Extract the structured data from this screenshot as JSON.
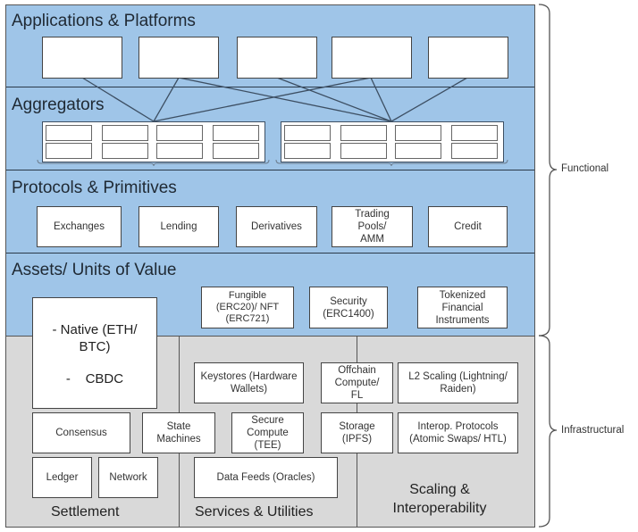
{
  "diagram": {
    "layers": {
      "applications": {
        "title": "Applications & Platforms",
        "boxes": [
          "",
          "",
          "",
          "",
          ""
        ]
      },
      "aggregators": {
        "title": "Aggregators",
        "groups": 2,
        "rows_per_group": 2,
        "cells_per_row": 4
      },
      "protocols": {
        "title": "Protocols & Primitives",
        "boxes": [
          "Exchanges",
          "Lending",
          "Derivatives",
          "Trading Pools/ AMM",
          "Credit"
        ]
      },
      "assets": {
        "title": "Assets/ Units of Value",
        "native": {
          "line1": "- Native (ETH/",
          "line2": "BTC)",
          "line3": "-    CBDC"
        },
        "boxes": [
          "Fungible (ERC20)/ NFT (ERC721)",
          "Security (ERC1400)",
          "Tokenized Financial Instruments"
        ]
      }
    },
    "infrastructure": {
      "settlement": {
        "label": "Settlement",
        "boxes": {
          "consensus": "Consensus",
          "state_machines": "State Machines",
          "ledger": "Ledger",
          "network": "Network"
        }
      },
      "services": {
        "label": "Services & Utilities",
        "boxes": {
          "keystores": "Keystores (Hardware Wallets)",
          "secure_compute": "Secure Compute (TEE)",
          "data_feeds": "Data Feeds (Oracles)",
          "offchain_compute": "Offchain Compute/ FL",
          "storage": "Storage (IPFS)"
        }
      },
      "scaling": {
        "label_line1": "Scaling &",
        "label_line2": "Interoperability",
        "boxes": {
          "l2_scaling": "L2 Scaling (Lightning/ Raiden)",
          "interop": "Interop. Protocols (Atomic Swaps/ HTL)"
        }
      }
    },
    "braces": {
      "functional": "Functional",
      "infrastructural": "Infrastructural"
    },
    "colors": {
      "functional_band": "#9fc5e8",
      "infrastructure_band": "#d9d9d9"
    }
  }
}
